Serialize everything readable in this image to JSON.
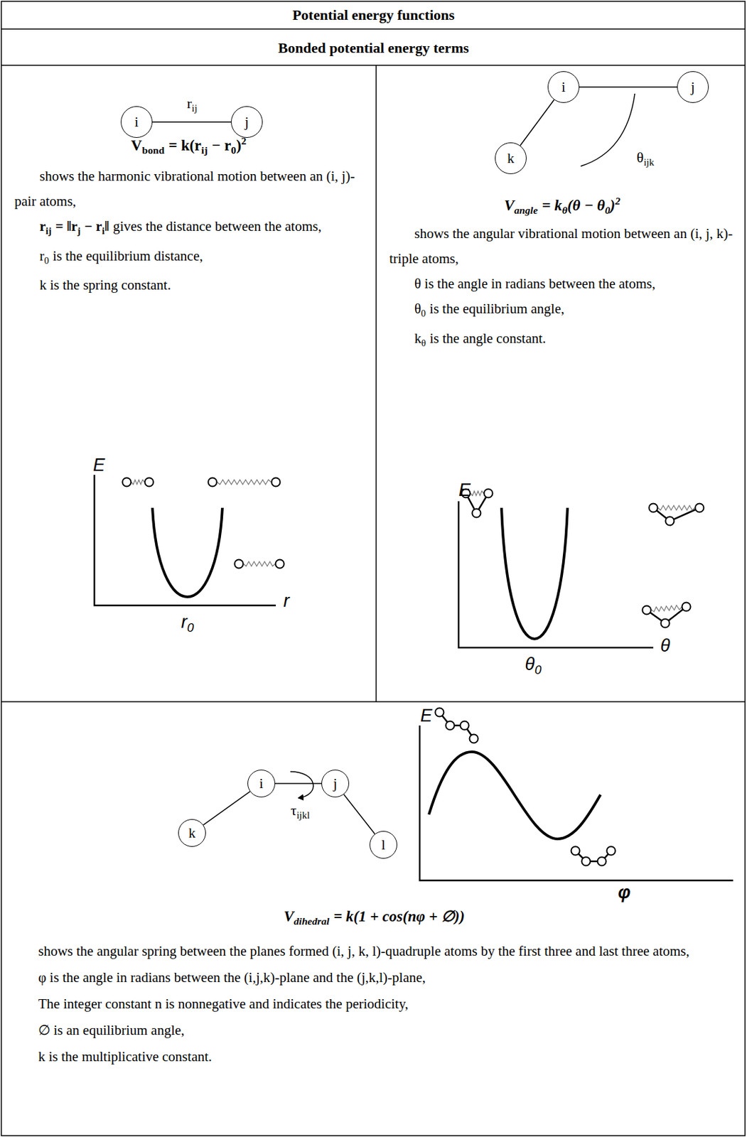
{
  "diagram": {
    "nodes": [
      {
        "text": [
          "i"
        ]
      },
      {
        "text": [
          "j"
        ]
      },
      {
        "text": [
          "i"
        ]
      },
      {
        "text": [
          "j"
        ]
      },
      {
        "text": [
          "k"
        ]
      },
      {
        "text": [
          "i"
        ]
      },
      {
        "text": [
          "j"
        ]
      },
      {
        "text": [
          "k"
        ]
      },
      {
        "text": [
          "l"
        ]
      }
    ],
    "edges": [
      {
        "from": 0,
        "to": 1,
        "arrow": "none"
      },
      {
        "from": 2,
        "to": 3,
        "arrow": "none"
      },
      {
        "from": 2,
        "to": 4,
        "arrow": "none"
      },
      {
        "from": 5,
        "to": 7,
        "arrow": "none"
      },
      {
        "from": 5,
        "to": 6,
        "arrow": "none"
      },
      {
        "from": 6,
        "to": 8,
        "arrow": "none"
      }
    ],
    "labels": [
      "Potential energy functions",
      "Bonded potential energy terms",
      "r",
      "ij",
      "V",
      "bond",
      "= k(r",
      "ij",
      "− r",
      "0",
      ")",
      "2",
      "shows the harmonic vibrational motion between an (i, j)-pair atoms,",
      "r",
      "ij",
      "= ‖r",
      "j",
      "− r",
      "i",
      "‖",
      "gives the distance between the atoms,",
      "r",
      "0",
      "is the equilibrium distance,",
      "k is the spring constant.",
      "E",
      "r",
      "r",
      "0",
      "θ",
      "ijk",
      "V",
      "angle",
      "= k",
      "θ",
      "(θ − θ",
      "0",
      ")",
      "2",
      "shows the angular vibrational motion between an (i, j, k)-triple atoms,",
      "θ is the angle in radians between the atoms,",
      "θ",
      "0",
      "is the equilibrium angle,",
      "k",
      "θ",
      "is the angle constant.",
      "E",
      "θ",
      "θ",
      "0",
      "τ",
      "ijkl",
      "E",
      "φ",
      "V",
      "dihedral",
      "= k(1 + cos(nφ + ∅))",
      "shows the angular spring between the planes formed (i, j, k, l)-quadruple atoms by the first three and last three atoms,",
      "φ is the angle in radians between the (i,j,k)-plane and the (j,k,l)-plane,",
      "The integer constant n is nonnegative and indicates the periodicity,",
      "∅ is an equilibrium angle,",
      "k is the multiplicative constant."
    ]
  }
}
